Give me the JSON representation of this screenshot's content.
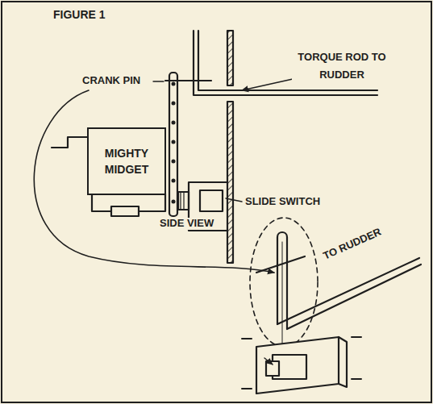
{
  "diagram": {
    "title": "FIGURE 1",
    "nodes": [
      {
        "text": [
          "MIGHTY MIDGET"
        ]
      }
    ],
    "labels": [
      "CRANK PIN",
      "TORQUE ROD TO RUDDER",
      "SLIDE SWITCH",
      "SIDE VIEW",
      "TO RUDDER"
    ]
  }
}
